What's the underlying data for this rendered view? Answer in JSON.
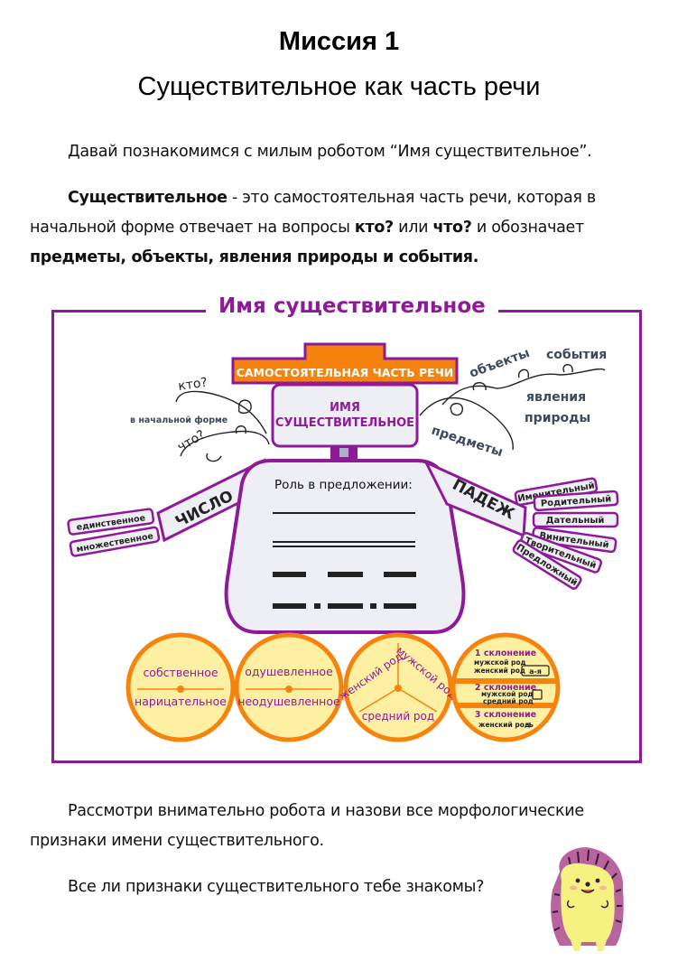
{
  "header": {
    "title": "Миссия 1",
    "subtitle": "Существительное как часть речи"
  },
  "intro": {
    "text": "Давай познакомимся с милым роботом “Имя существительное”."
  },
  "definition": {
    "term": "Существительное",
    "part1": " - это самостоятельная часть речи, которая в начальной форме отвечает на вопросы ",
    "q1": "кто?",
    "part2": " или ",
    "q2": "что?",
    "part3": " и обозначает ",
    "meanings": "предметы, объекты, явления природы и события."
  },
  "diagram": {
    "title": "Имя существительное",
    "hat_label": "САМОСТОЯТЕЛЬНАЯ ЧАСТЬ РЕЧИ",
    "head_line1": "ИМЯ",
    "head_line2": "СУЩЕСТВИТЕЛЬНОЕ",
    "left_questions": {
      "who": "кто?",
      "what": "что?",
      "initial_form": "в начальной форме"
    },
    "right_meanings": {
      "objects_things": "предметы",
      "objects": "объекты",
      "events": "события",
      "phenomena_line1": "явления",
      "phenomena_line2": "природы"
    },
    "body_label": "Роль в предложении:",
    "number": {
      "label": "ЧИСЛО",
      "options": [
        "единственное",
        "множественное"
      ]
    },
    "case": {
      "label": "ПАДЕЖ",
      "options": [
        "Именительный",
        "Родительный",
        "Дательный",
        "Винительный",
        "Творительный",
        "Предложный"
      ]
    },
    "wheels": {
      "proper_common": {
        "top": "собственное",
        "bottom": "нарицательное"
      },
      "animate": {
        "top": "одушевленное",
        "bottom": "неодушевленное"
      },
      "gender": {
        "feminine": "женский род",
        "masculine": "мужской род",
        "neuter": "средний род"
      },
      "declension": {
        "d1_title": "1 склонение",
        "d1_line1": "мужской род",
        "d1_line2": "женский род",
        "d1_endings": "а-я",
        "d2_title": "2 склонение",
        "d2_line1": "мужской род",
        "d2_line2": "средний род",
        "d3_title": "3 склонение",
        "d3_line1": "женский род",
        "d3_ending": "-ь"
      }
    },
    "colors": {
      "purple": "#8e1a9a",
      "orange": "#f7830f",
      "yellow": "#fdf0a3",
      "body_gray": "#eeeef5",
      "question_gray": "#3b4a5c"
    }
  },
  "task": {
    "text": "Рассмотри внимательно робота и назови все морфологические признаки имени существительного.",
    "question": "Все ли признаки существительного  тебе знакомы?"
  }
}
